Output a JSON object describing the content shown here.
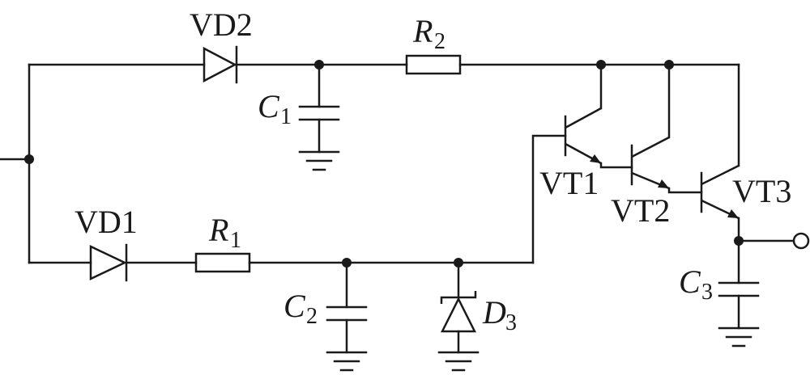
{
  "diagram": {
    "type": "circuit-schematic",
    "components": {
      "vd2": {
        "label": "VD2"
      },
      "vd1": {
        "label": "VD1"
      },
      "r2": {
        "letter": "R",
        "sub": "2"
      },
      "r1": {
        "letter": "R",
        "sub": "1"
      },
      "c1": {
        "letter": "C",
        "sub": "1"
      },
      "c2": {
        "letter": "C",
        "sub": "2"
      },
      "c3": {
        "letter": "C",
        "sub": "3"
      },
      "d3": {
        "letter": "D",
        "sub": "3"
      },
      "vt1": {
        "label": "VT1"
      },
      "vt2": {
        "label": "VT2"
      },
      "vt3": {
        "label": "VT3"
      }
    }
  }
}
